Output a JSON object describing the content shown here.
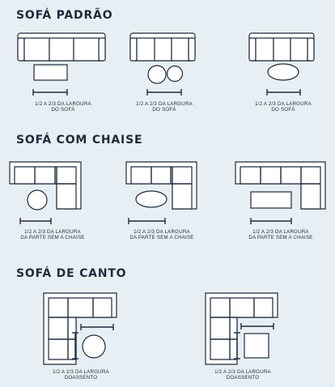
{
  "sections": [
    {
      "title": "SOFÁ PADRÃO",
      "captions": [
        [
          "1/2 A 2/3 DA LARGURA",
          "DO SOFÁ"
        ],
        [
          "1/2 A 2/3 DA LARGURA",
          "DO SOFÁ"
        ],
        [
          "1/2 A 2/3 DA LARGURA",
          "DO SOFÁ"
        ]
      ]
    },
    {
      "title": "SOFÁ COM CHAISE",
      "captions": [
        [
          "1/2 A 2/3 DA LARGURA",
          "DA PARTE SEM A CHAISE"
        ],
        [
          "1/2 A 2/3 DA LARGURA",
          "DA PARTE SEM A CHAISE"
        ],
        [
          "1/2 A 2/3 DA LARGURA",
          "DA PARTE SEM A CHAISE"
        ]
      ]
    },
    {
      "title": "SOFÁ DE CANTO",
      "captions": [
        [
          "1/2 A 2/3 DA LARGURA",
          "DOASSENTO"
        ],
        [
          "1/2 A 2/3 DA LARGURA",
          "DOASSENTO"
        ]
      ]
    }
  ],
  "colors": {
    "background": "#e8eff4",
    "ink": "#1f2a3c",
    "fill": "#ffffff"
  }
}
